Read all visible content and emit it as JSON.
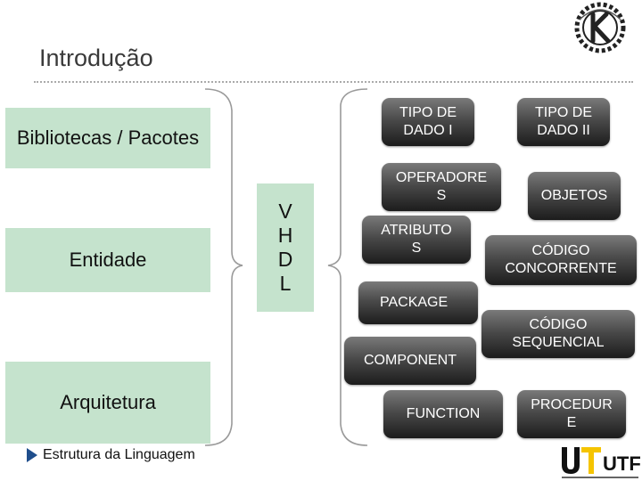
{
  "slide": {
    "title": "Introdução",
    "left_boxes": {
      "bibliotecas": "Bibliotecas / Pacotes",
      "entidade": "Entidade",
      "arquitetura": "Arquitetura"
    },
    "vhdl": "V\nH\nD\nL",
    "items": {
      "tipo_dado_1": "TIPO DE\nDADO I",
      "tipo_dado_2": "TIPO DE\nDADO II",
      "operadores": "OPERADORE\nS",
      "objetos": "OBJETOS",
      "atributos": "ATRIBUTO\nS",
      "codigo_concorrente": "CÓDIGO\nCONCORRENTE",
      "package": "PACKAGE",
      "codigo_sequencial": "CÓDIGO\nSEQUENCIAL",
      "component": "COMPONENT",
      "function": "FUNCTION",
      "procedure": "PROCEDUR\nE"
    },
    "footer": "Estrutura da Linguagem",
    "logos": {
      "top_right": "gear-seal-logo",
      "bottom_right_text": "UTFPR"
    },
    "colors": {
      "green_box": "#c5e3cd",
      "item_dark": "#2b2b2b",
      "accent_blue": "#1f4e8c"
    }
  }
}
